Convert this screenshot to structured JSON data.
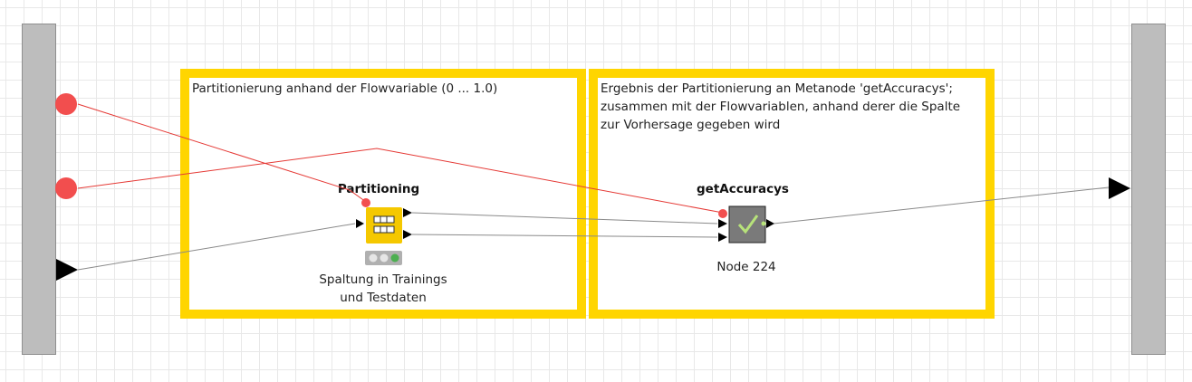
{
  "workflow": {
    "annotations": [
      {
        "text": "Partitionierung anhand der Flowvariable (0 ... 1.0)"
      },
      {
        "text": "Ergebnis der Partitionierung an Metanode 'getAccuracys';\nzusammen mit der Flowvariablen, anhand derer die Spalte\nzur Vorhersage gegeben wird"
      }
    ],
    "nodes": [
      {
        "title": "Partitioning",
        "label": "Spaltung in Trainings\nund Testdaten",
        "icon": "partitioning-icon"
      },
      {
        "title": "getAccuracys",
        "label": "Node 224",
        "icon": "metanode-check-icon"
      }
    ],
    "colors": {
      "annotation_border": "#ffd500",
      "flow_variable_port": "#f24e4e",
      "node_partitioning": "#f5c800",
      "node_metanode": "#7a7a7a",
      "status_green": "#4caf50",
      "connection_data": "#8a8a8a",
      "connection_flow": "#e53935"
    }
  }
}
